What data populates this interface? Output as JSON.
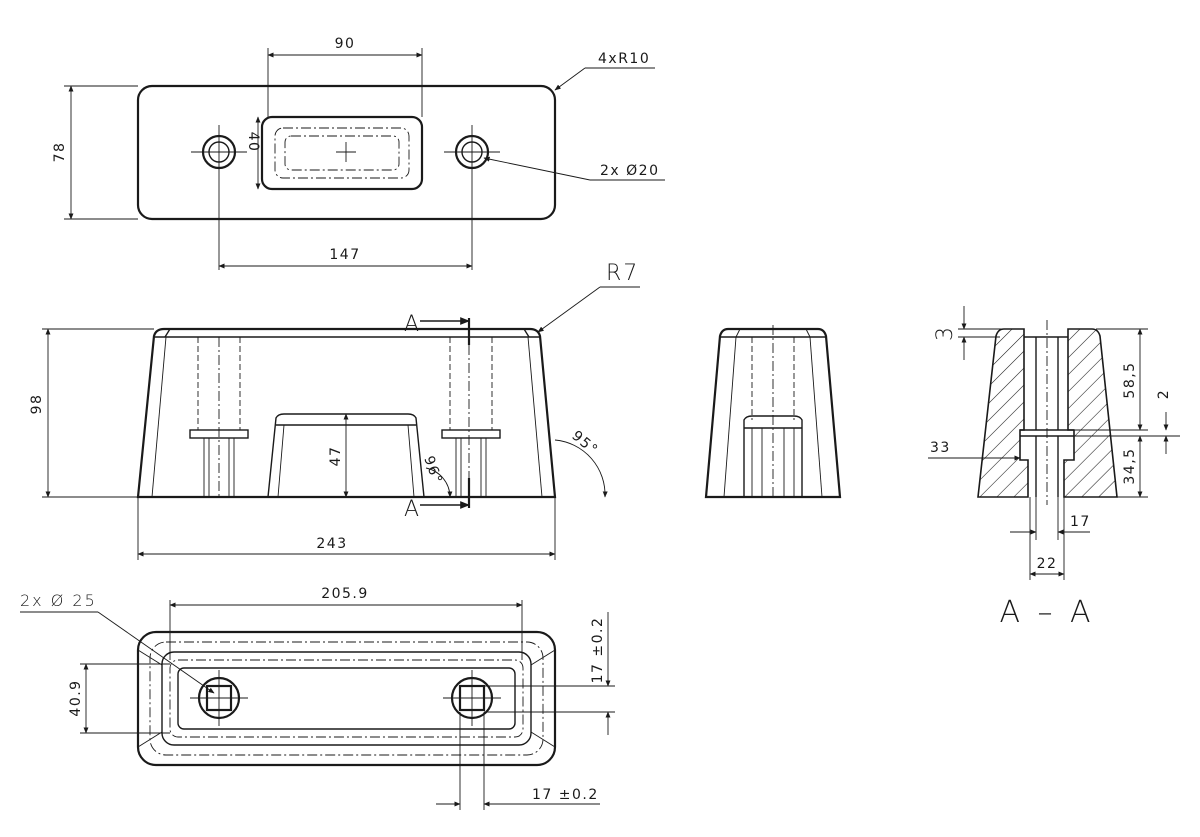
{
  "top_view": {
    "dim_slot_width": "90",
    "dim_corner_radius": "4xR10",
    "dim_height": "78",
    "dim_slot_height": "40",
    "dim_holes": "2x Ø20",
    "dim_hole_spacing": "147"
  },
  "front_view": {
    "dim_edge_radius": "R7",
    "section_mark": "A",
    "dim_height": "98",
    "dim_inner_height": "47",
    "dim_angle_inner": "96°",
    "dim_angle_outer": "95°",
    "dim_length": "243"
  },
  "bottom_view": {
    "dim_bosses": "2x Ø 25",
    "dim_boss_spacing": "205.9",
    "dim_height": "40.9",
    "dim_square_v": "17 ±0.2",
    "dim_square_h": "17 ±0.2"
  },
  "section_view": {
    "dim_top_offset": "3",
    "dim_upper": "58,5",
    "dim_gap": "2",
    "dim_left": "33",
    "dim_lower": "34,5",
    "dim_inner": "17",
    "dim_bore": "22",
    "title": "A – A"
  }
}
